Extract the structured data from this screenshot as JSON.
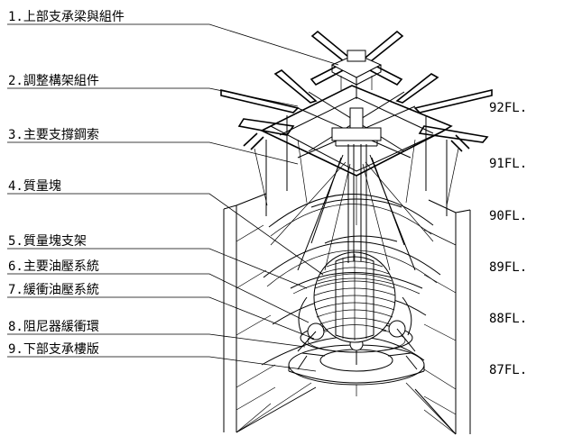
{
  "callouts": [
    {
      "text": "1.上部支承梁與組件"
    },
    {
      "text": "2.調整構架組件"
    },
    {
      "text": "3.主要支撐鋼索"
    },
    {
      "text": "4.質量塊"
    },
    {
      "text": "5.質量塊支架"
    },
    {
      "text": "6.主要油壓系統"
    },
    {
      "text": "7.緩衝油壓系統"
    },
    {
      "text": "8.阻尼器緩衝環"
    },
    {
      "text": "9.下部支承樓版"
    }
  ],
  "floors": [
    {
      "text": "92FL."
    },
    {
      "text": "91FL."
    },
    {
      "text": "90FL."
    },
    {
      "text": "89FL."
    },
    {
      "text": "88FL."
    },
    {
      "text": "87FL."
    }
  ]
}
